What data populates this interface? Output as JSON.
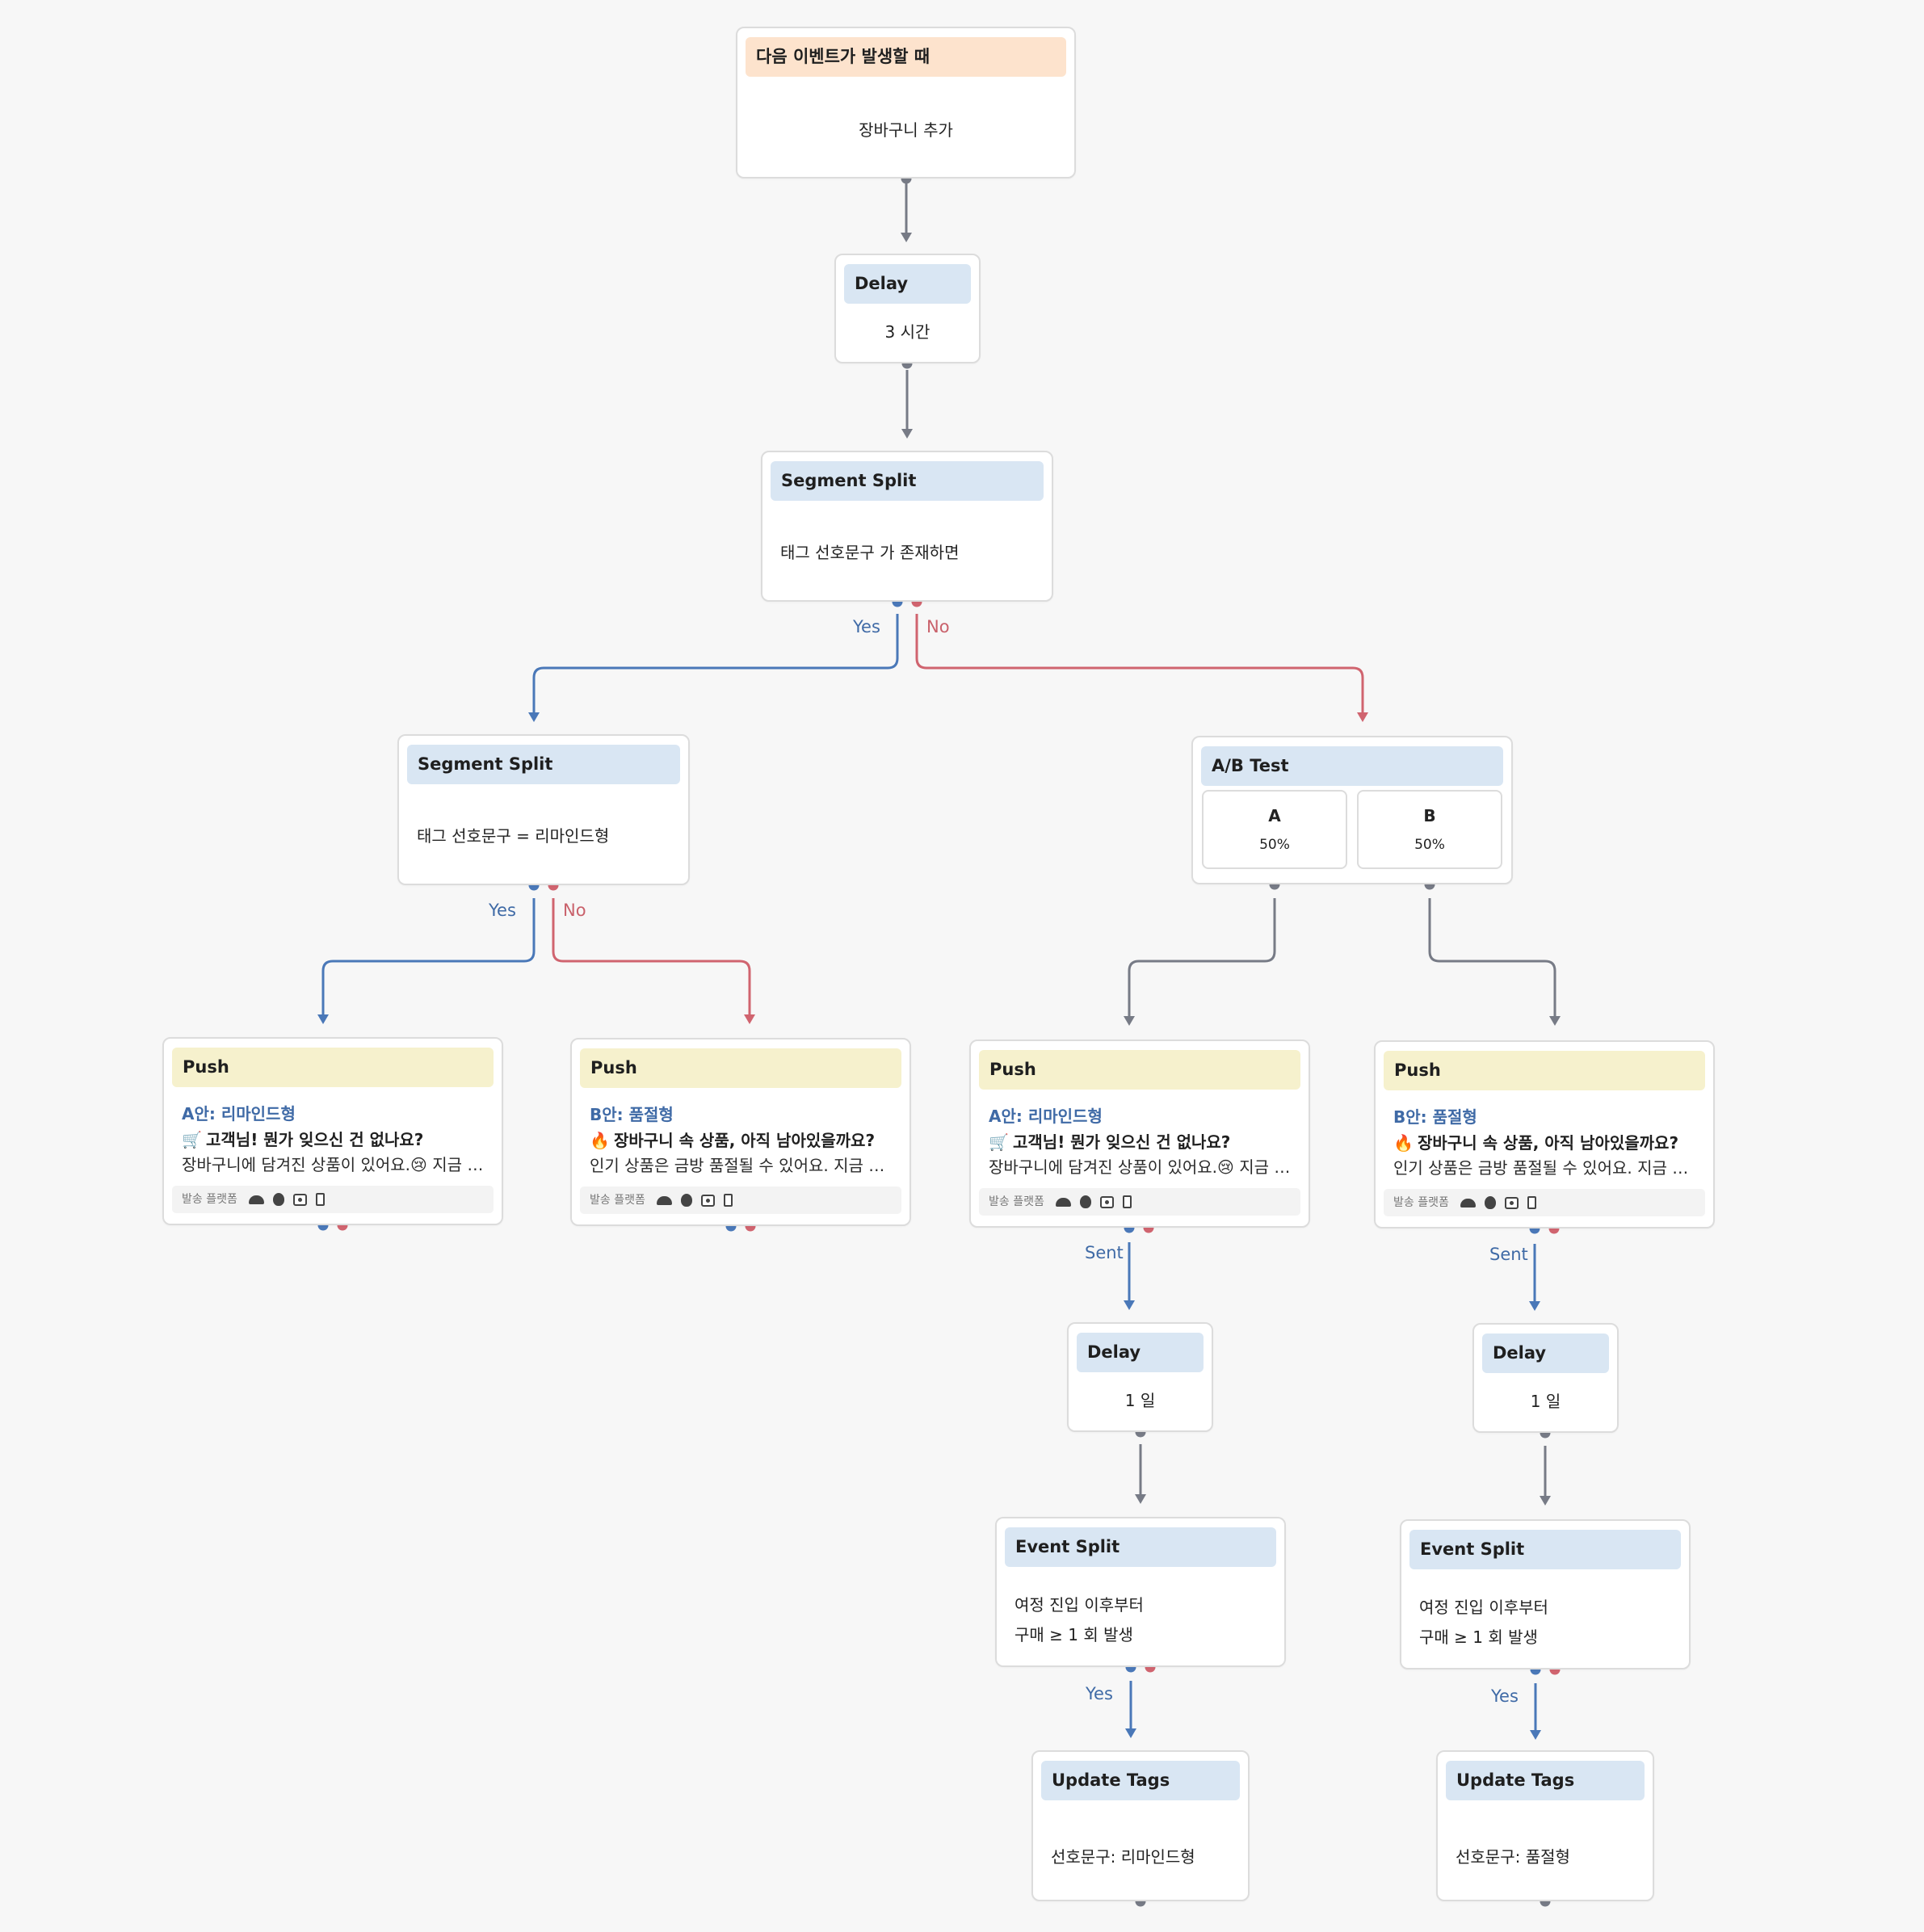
{
  "trigger": {
    "header": "다음 이벤트가 발생할 때",
    "event": "장바구니 추가"
  },
  "delay_top": {
    "header": "Delay",
    "value": "3 시간"
  },
  "segment_root": {
    "header": "Segment Split",
    "condition": "태그 선호문구 가 존재하면"
  },
  "segment_left": {
    "header": "Segment Split",
    "condition": "태그 선호문구 = 리마인드형"
  },
  "ab_test": {
    "header": "A/B Test",
    "variants": [
      {
        "label": "A",
        "percent": "50%"
      },
      {
        "label": "B",
        "percent": "50%"
      }
    ]
  },
  "labels": {
    "yes": "Yes",
    "no": "No",
    "sent": "Sent"
  },
  "push_cards": [
    {
      "header": "Push",
      "variant": "A안: 리마인드형",
      "emoji": "🛒",
      "title": "고객님! 뭔가 잊으신 건 없나요?",
      "text": "장바구니에 담겨진 상품이 있어요.😢 지금 확인해 보세요",
      "platform_label": "발송 플랫폼"
    },
    {
      "header": "Push",
      "variant": "B안: 품절형",
      "emoji": "🔥",
      "title": "장바구니 속 상품, 아직 남아있을까요?",
      "text": "인기 상품은 금방 품절될 수 있어요. 지금 확인해 보세요",
      "platform_label": "발송 플랫폼"
    },
    {
      "header": "Push",
      "variant": "A안: 리마인드형",
      "emoji": "🛒",
      "title": "고객님! 뭔가 잊으신 건 없나요?",
      "text": "장바구니에 담겨진 상품이 있어요.😢 지금 확인해 보세요",
      "platform_label": "발송 플랫폼"
    },
    {
      "header": "Push",
      "variant": "B안: 품절형",
      "emoji": "🔥",
      "title": "장바구니 속 상품, 아직 남아있을까요?",
      "text": "인기 상품은 금방 품절될 수 있어요. 지금 확인해 보세요",
      "platform_label": "발송 플랫폼"
    }
  ],
  "delay_a": {
    "header": "Delay",
    "value": "1 일"
  },
  "delay_b": {
    "header": "Delay",
    "value": "1 일"
  },
  "event_split_a": {
    "header": "Event Split",
    "line1": "여정 진입 이후부터",
    "line2": "구매 ≥ 1 회 발생"
  },
  "event_split_b": {
    "header": "Event Split",
    "line1": "여정 진입 이후부터",
    "line2": "구매 ≥ 1 회 발생"
  },
  "update_tags_a": {
    "header": "Update Tags",
    "value": "선호문구: 리마인드형"
  },
  "update_tags_b": {
    "header": "Update Tags",
    "value": "선호문구: 품절형"
  },
  "colors": {
    "yes": "#4a78b8",
    "no": "#d0646f",
    "neutral": "#777b86",
    "trigger_header": "#fde3cd",
    "step_header": "#d9e6f3",
    "push_header": "#f6f1cd"
  }
}
